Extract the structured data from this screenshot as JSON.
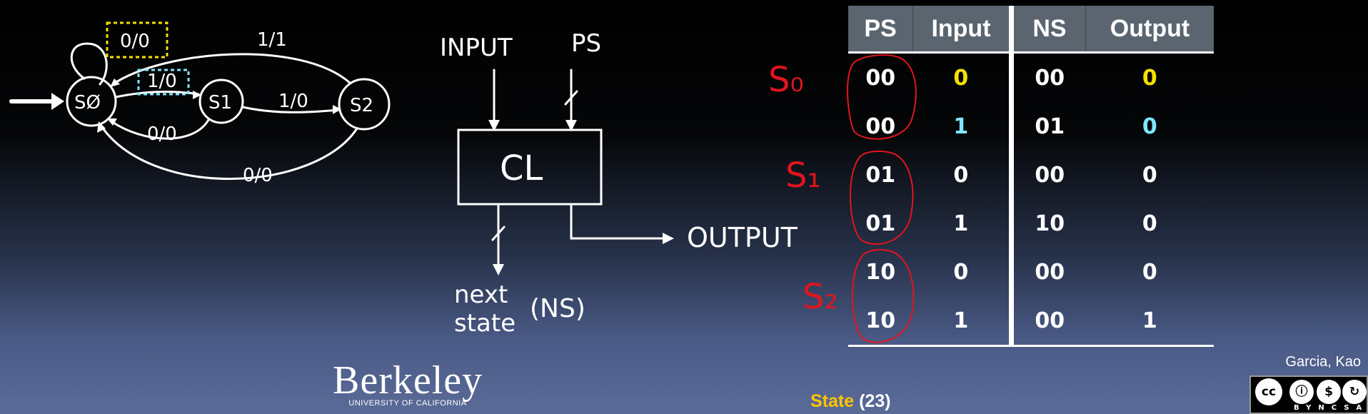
{
  "fsm": {
    "states": [
      "SØ",
      "S1",
      "S2"
    ],
    "transitions": {
      "s0_self": "0/0",
      "s0_to_s1": "1/0",
      "s1_to_s2": "1/0",
      "s1_to_s0": "0/0",
      "s2_to_s0_top": "1/1",
      "s2_to_s0_bottom": "0/0"
    }
  },
  "block": {
    "input_label": "INPUT",
    "ps_label": "PS",
    "box_label": "CL",
    "output_label": "OUTPUT",
    "next_state_line1": "next",
    "next_state_line2": "state",
    "ns_label": "(NS)"
  },
  "state_labels": [
    "S₀",
    "S₁",
    "S₂"
  ],
  "table": {
    "headers": [
      "PS",
      "Input",
      "NS",
      "Output"
    ],
    "rows": [
      [
        "00",
        "0",
        "00",
        "0"
      ],
      [
        "00",
        "1",
        "01",
        "0"
      ],
      [
        "01",
        "0",
        "00",
        "0"
      ],
      [
        "01",
        "1",
        "10",
        "0"
      ],
      [
        "10",
        "0",
        "00",
        "0"
      ],
      [
        "10",
        "1",
        "00",
        "1"
      ]
    ]
  },
  "footer": {
    "logo_main": "Berkeley",
    "logo_sub": "UNIVERSITY OF CALIFORNIA",
    "title_word": "State",
    "title_num": "(23)",
    "authors": "Garcia, Kao",
    "cc_labels": [
      "BY",
      "NC",
      "SA"
    ]
  },
  "colors": {
    "highlight_yellow": "#f5e000",
    "highlight_cyan": "#7ee6ff",
    "annotation_red": "#e0151d"
  }
}
